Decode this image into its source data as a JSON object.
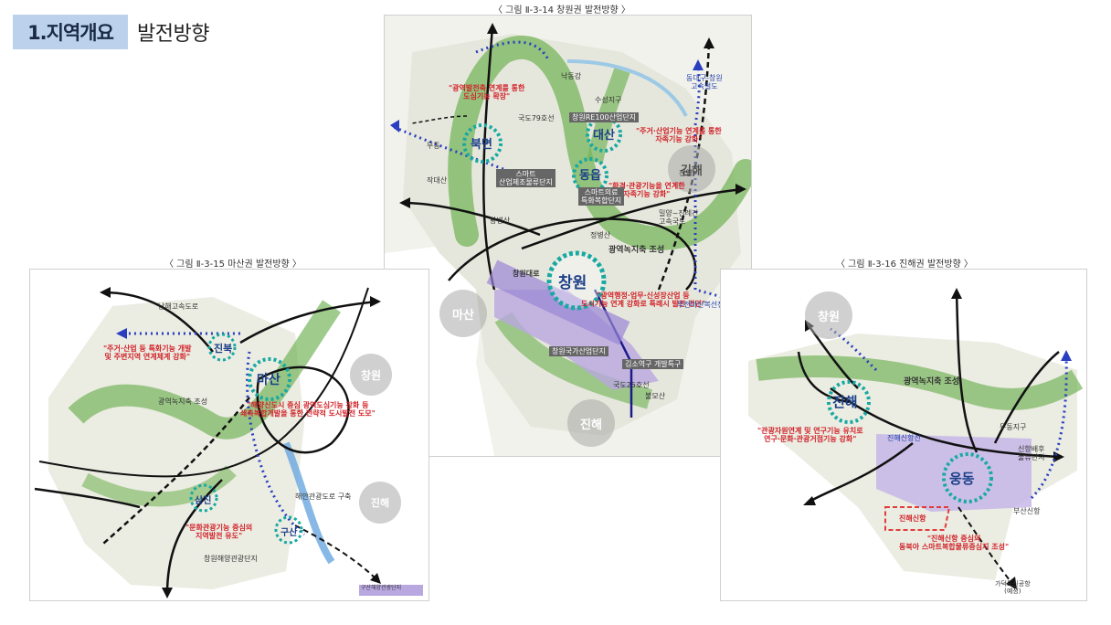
{
  "header": {
    "section": "1.지역개요",
    "title": "발전방향"
  },
  "fig_center": {
    "caption": "〈 그림 Ⅱ-3-14 창원권 발전방향 〉",
    "labels": {
      "dongdaegu": "동대구-창원\n고속철도",
      "bukmyeon_note": "\"광역발전축 연계를 통한\n도심기능 확장\"",
      "daesan_note": "\"주거·산업기능 연계를 통한\n자족기능 강화\"",
      "dongeup_note": "\"환경·관광기능을 연계한\n자족기능 강화\"",
      "changwon_note": "\"광역행정·업무·신성장산업 등\n도시기능 연계 강화로 특례시 발전 견인\"",
      "greenbelt": "광역녹지축 조성",
      "bukmyeon": "북면",
      "daesan": "대산",
      "dongeup": "동읍",
      "changwon": "창원",
      "gimhae": "김해",
      "gimhae_sub": "진영",
      "masan": "마산",
      "jinhae": "진해",
      "smart": "스마트\n산업제조물류단지",
      "smart_farm": "스마트의료\n특화복합단지",
      "national_ind": "창원국가산업단지",
      "gimso": "김소역구 개발특구",
      "sujeong": "수성지구",
      "daeg_e100": "창원RE100산업단지",
      "munyoung": "무동",
      "jakdae": "작대산",
      "route79": "국도79호선",
      "route25": "국도25호선",
      "nakdong": "낙동강",
      "miryang": "밀양~진례간\n고속국도",
      "busan_line": "부전마산복선전철",
      "changwon_corridor": "창원대로",
      "hwangbyeong": "황병산",
      "bulmo": "불모산",
      "jeongbyeong": "정병산"
    }
  },
  "fig_left": {
    "caption": "〈 그림 Ⅱ-3-15 마산권 발전방향 〉",
    "labels": {
      "masan": "마산",
      "changwon": "창원",
      "jinhae": "진해",
      "jinbuk": "진북",
      "samjin": "삼진",
      "gusan": "구산",
      "note1": "\"주거·산업 등 특화기능 개발\n및 주변지역 연계체계 강화\"",
      "note2": "\"해양신도시 중심 광역도심기능 강화 등\n쇄측복합개발을 통한 전략적 도시발전 도모\"",
      "note3": "\"문화관광기능 중심의\n지역발전 유도\"",
      "greenbelt": "광역녹지축 조성",
      "expressway": "남해고속도로",
      "bottom_box": "창원해양관광단지",
      "coast_road": "해안관광도로 구축",
      "bottom_tag": "구산해양관광단지"
    }
  },
  "fig_right": {
    "caption": "〈 그림 Ⅱ-3-16 진해권 발전방향 〉",
    "labels": {
      "changwon": "창원",
      "jinhae": "진해",
      "ungdong": "웅동",
      "greenbelt": "광역녹지축 조성",
      "note1": "\"관광자원연계 및 연구기능 유치로\n연구·문화·관광거점기능 강화\"",
      "note2": "\"진해신항 중심의\n동북아 스마트복합물류중심지 조성\"",
      "newport": "진해신항",
      "airport": "가덕도신공항\n(예정)",
      "line": "진해신항선",
      "logistics": "신항배후\n물류단지",
      "dujeong": "두동지구",
      "busan_new": "부산신항"
    }
  }
}
